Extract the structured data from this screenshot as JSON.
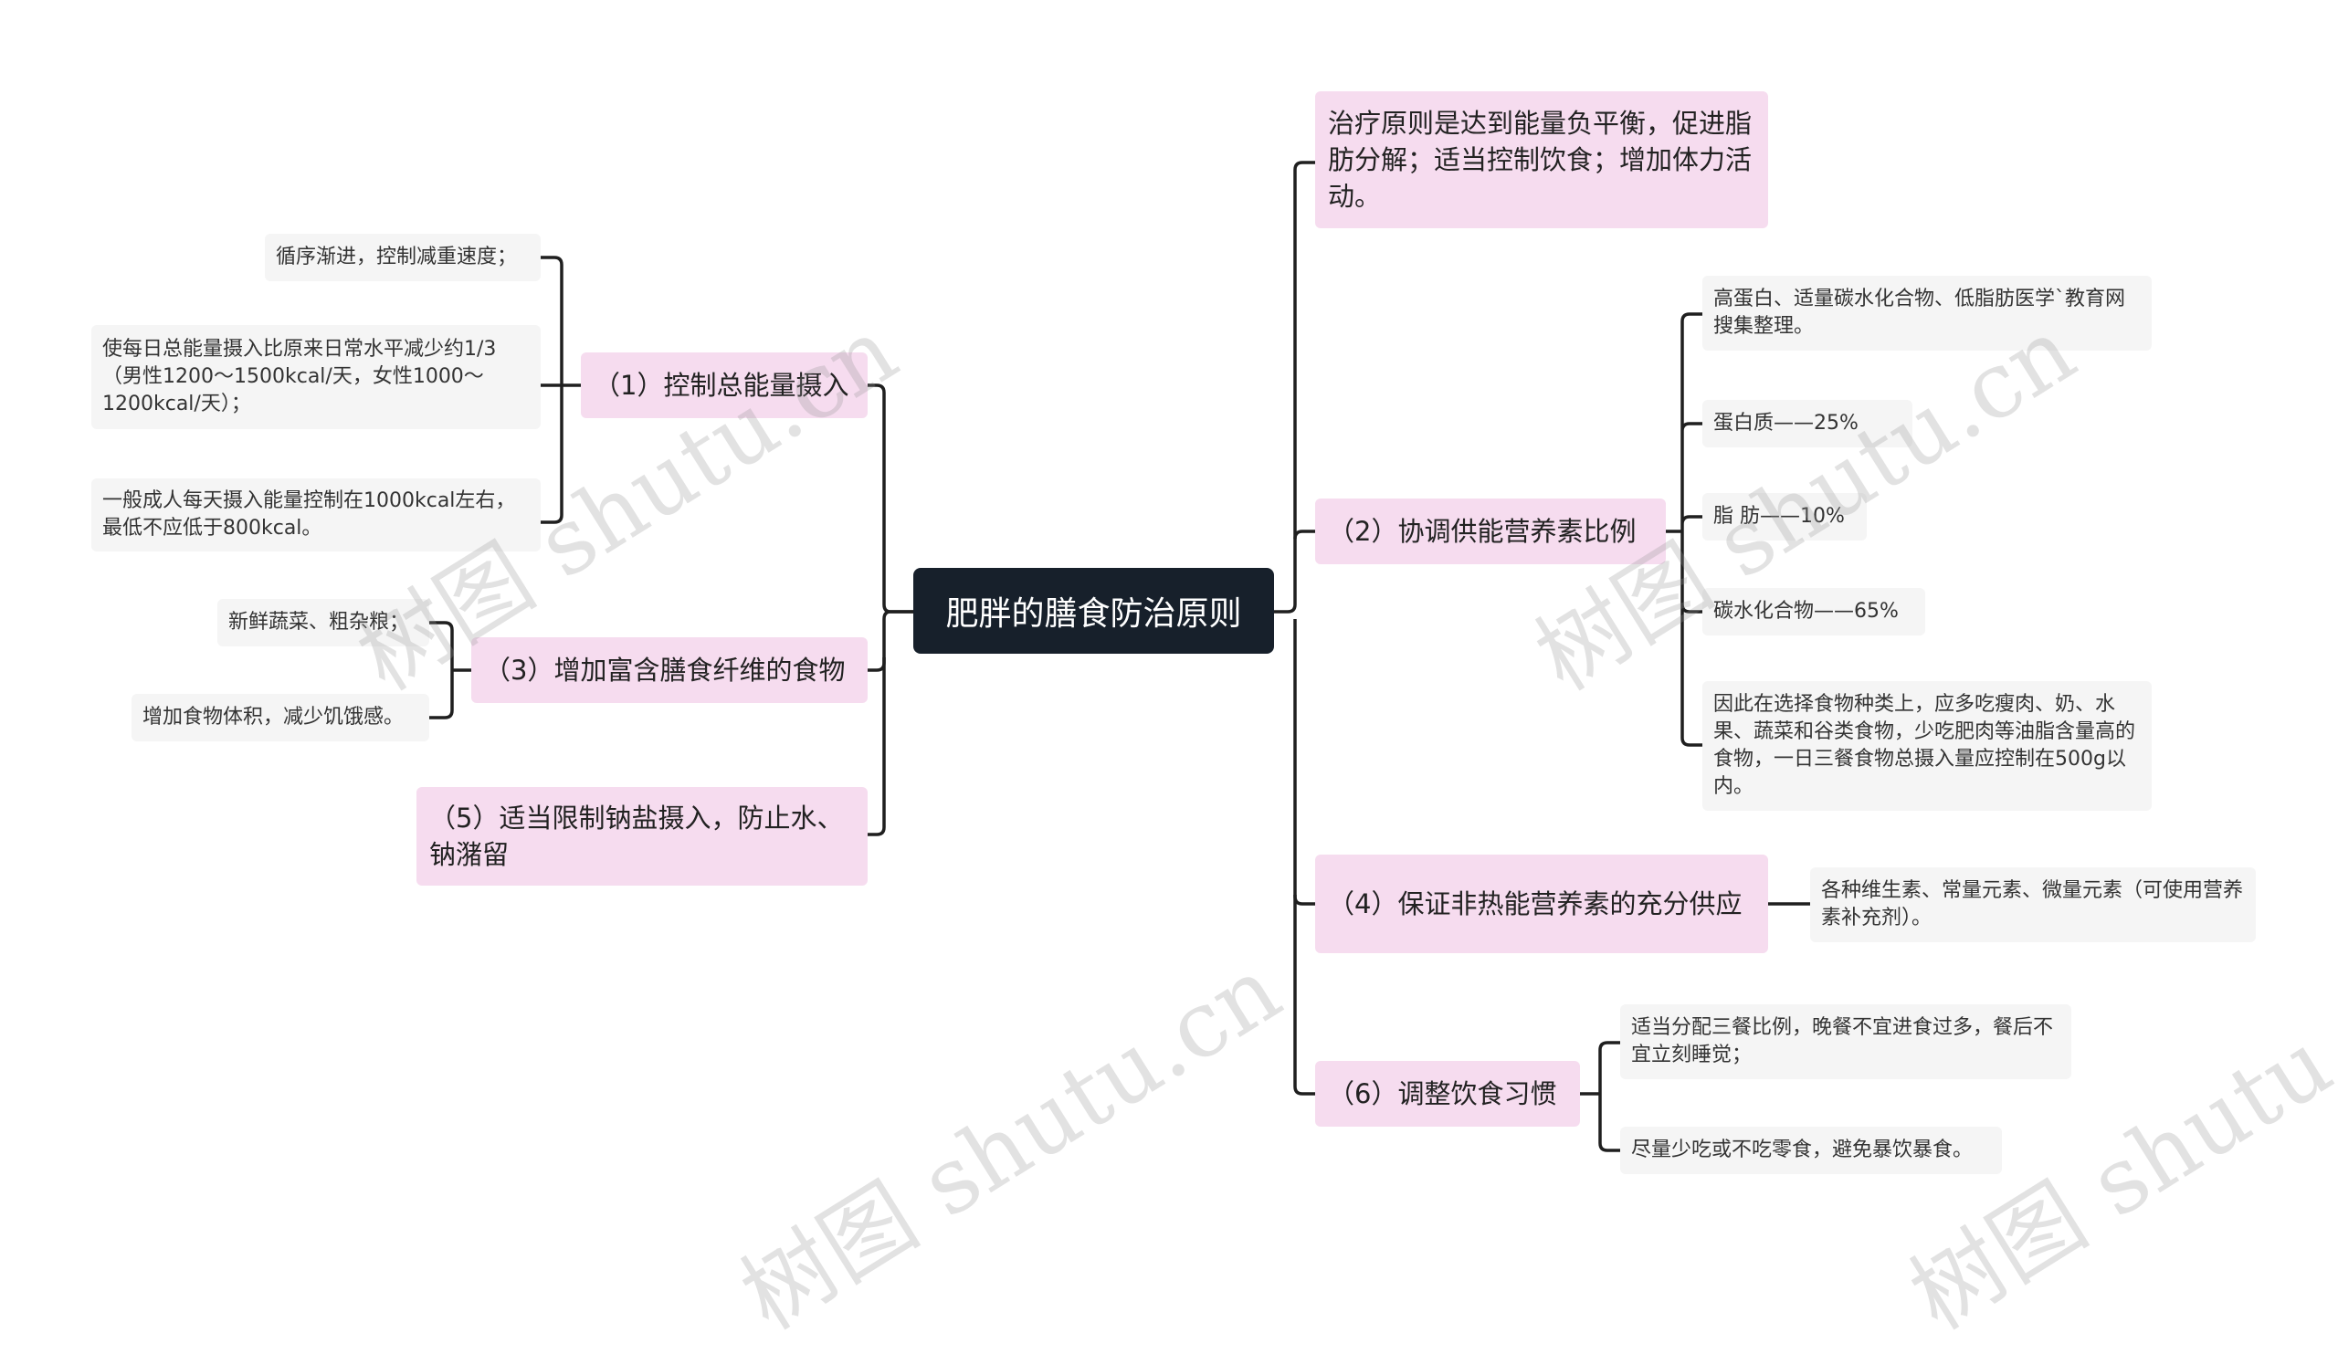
{
  "root": {
    "label": "肥胖的膳食防治原则"
  },
  "left": {
    "b1": {
      "label": "（1）控制总能量摄入",
      "leaves": [
        "循序渐进，控制减重速度；",
        "使每日总能量摄入比原来日常水平减少约1/3（男性1200～1500kcal/天，女性1000～1200kcal/天）；",
        "一般成人每天摄入能量控制在1000kcal左右，最低不应低于800kcal。"
      ]
    },
    "b3": {
      "label": "（3）增加富含膳食纤维的食物",
      "leaves": [
        "新鲜蔬菜、粗杂粮；",
        "增加食物体积，减少饥饿感。"
      ]
    },
    "b5": {
      "label": "（5）适当限制钠盐摄入，防止水、钠潴留"
    }
  },
  "right": {
    "b0": {
      "label": "治疗原则是达到能量负平衡，促进脂肪分解；适当控制饮食；增加体力活动。"
    },
    "b2": {
      "label": "（2）协调供能营养素比例",
      "leaves": [
        "高蛋白、适量碳水化合物、低脂肪医学`教育网搜集整理。",
        "蛋白质——25%",
        "脂 肪——10%",
        "碳水化合物——65%",
        "因此在选择食物种类上，应多吃瘦肉、奶、水果、蔬菜和谷类食物，少吃肥肉等油脂含量高的食物，一日三餐食物总摄入量应控制在500g以内。"
      ]
    },
    "b4": {
      "label": "（4）保证非热能营养素的充分供应",
      "leaves": [
        "各种维生素、常量元素、微量元素（可使用营养素补充剂）。"
      ]
    },
    "b6": {
      "label": "（6）调整饮食习惯",
      "leaves": [
        "适当分配三餐比例，晚餐不宜进食过多，餐后不宜立刻睡觉；",
        "尽量少吃或不吃零食，避免暴饮暴食。"
      ]
    }
  },
  "watermark": "树图 shutu.cn",
  "colors": {
    "root_bg": "#17202b",
    "branch_bg": "#f6dcef",
    "leaf_bg": "#f5f5f5",
    "line": "#1f1f1f"
  }
}
